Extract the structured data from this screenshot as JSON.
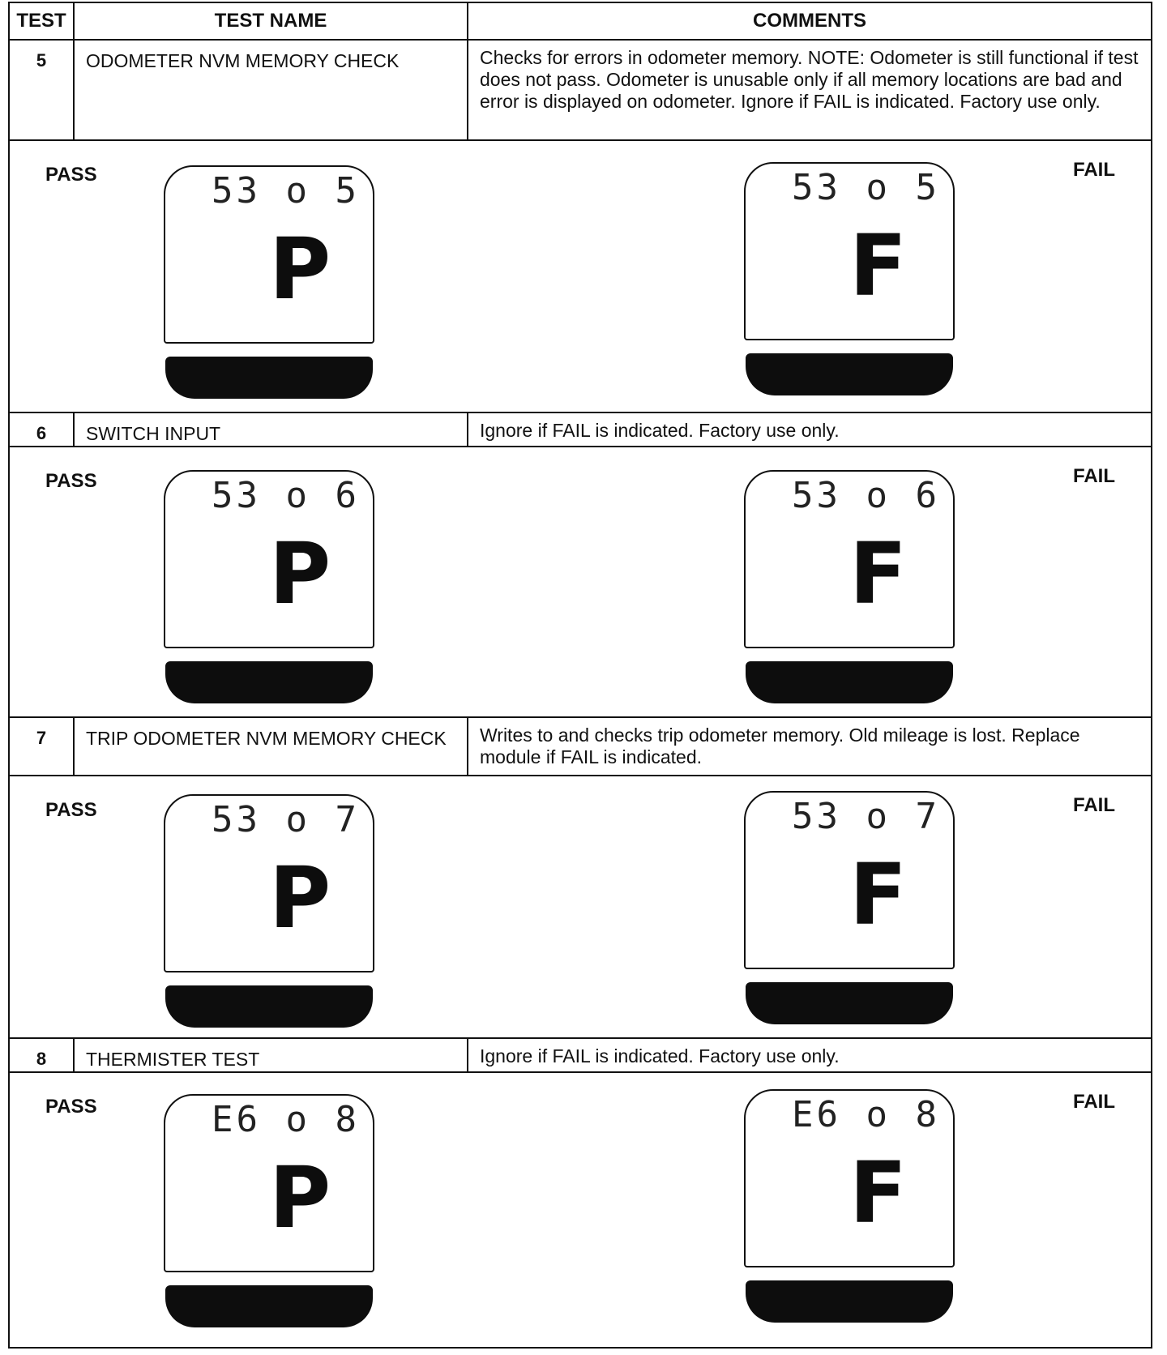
{
  "header": {
    "test": "TEST",
    "name": "TEST NAME",
    "comments": "COMMENTS"
  },
  "rows": [
    {
      "test": "5",
      "name": "ODOMETER NVM MEMORY CHECK",
      "comments": "Checks for errors in odometer memory. NOTE: Odometer is still functional if test does not pass. Odometer is unusable only if all memory locations are bad and error is displayed on odometer. Ignore if FAIL is indicated. Factory use only.",
      "code": "53 o 5"
    },
    {
      "test": "6",
      "name": "SWITCH INPUT",
      "comments": "Ignore if FAIL is indicated. Factory use only.",
      "code": "53 o 6"
    },
    {
      "test": "7",
      "name": "TRIP ODOMETER NVM MEMORY CHECK",
      "comments": "Writes to and checks trip odometer memory. Old mileage is lost. Replace module if FAIL is indicated.",
      "code": "53 o 7"
    },
    {
      "test": "8",
      "name": "THERMISTER TEST",
      "comments": "Ignore if FAIL is indicated. Factory use only.",
      "code": "E6 o 8"
    }
  ],
  "labels": {
    "pass": "PASS",
    "fail": "FAIL"
  },
  "symbols": {
    "pass": "P",
    "fail": "F"
  }
}
